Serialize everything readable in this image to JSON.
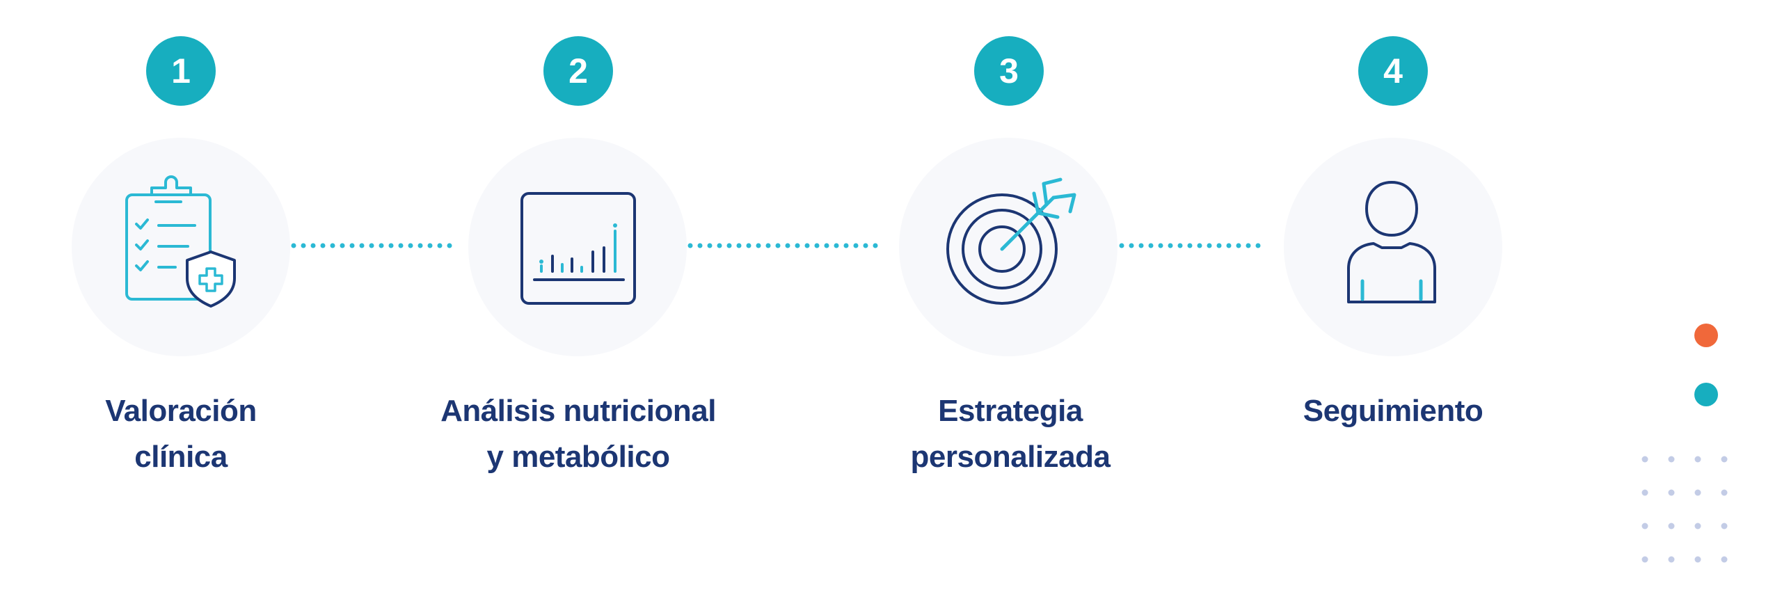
{
  "steps": [
    {
      "number": "1",
      "label_line1": "Valoración",
      "label_line2": "clínica",
      "icon": "clipboard-shield-icon"
    },
    {
      "number": "2",
      "label_line1": "Análisis nutricional",
      "label_line2": "y metabólico",
      "icon": "bar-chart-icon"
    },
    {
      "number": "3",
      "label_line1": "Estrategia",
      "label_line2": "personalizada",
      "icon": "target-arrow-icon"
    },
    {
      "number": "4",
      "label_line1": "Seguimiento",
      "label_line2": "",
      "icon": "user-icon"
    }
  ],
  "colors": {
    "teal": "#17aebf",
    "navy": "#1c3673",
    "orange": "#f0683a",
    "icon_bg": "#f7f8fb",
    "connector": "#2bb9d4",
    "dot_grid": "#c3cce6"
  }
}
